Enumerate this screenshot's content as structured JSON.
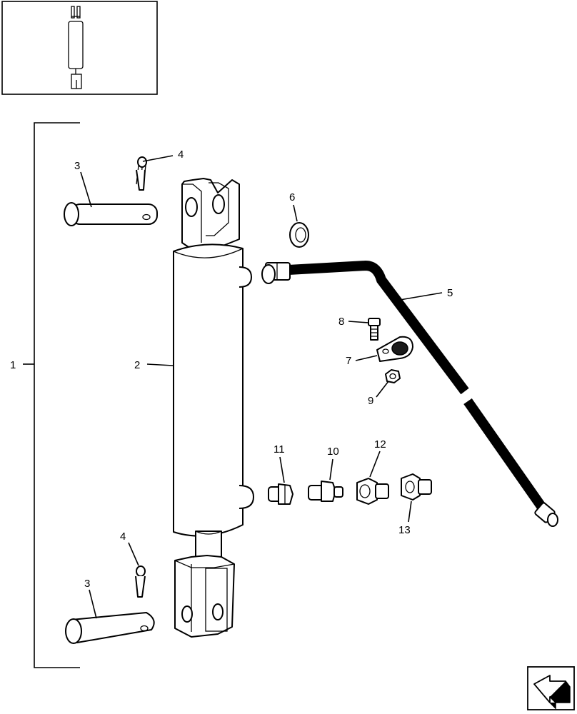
{
  "diagram": {
    "callouts": {
      "c1": "1",
      "c2": "2",
      "c3a": "3",
      "c3b": "3",
      "c4a": "4",
      "c4b": "4",
      "c5": "5",
      "c6": "6",
      "c7": "7",
      "c8": "8",
      "c9": "9",
      "c10": "10",
      "c11": "11",
      "c12": "12",
      "c13": "13"
    },
    "icons": {
      "thumbnail": "cylinder-thumbnail-icon",
      "navigation": "navigation-arrow-icon"
    }
  }
}
